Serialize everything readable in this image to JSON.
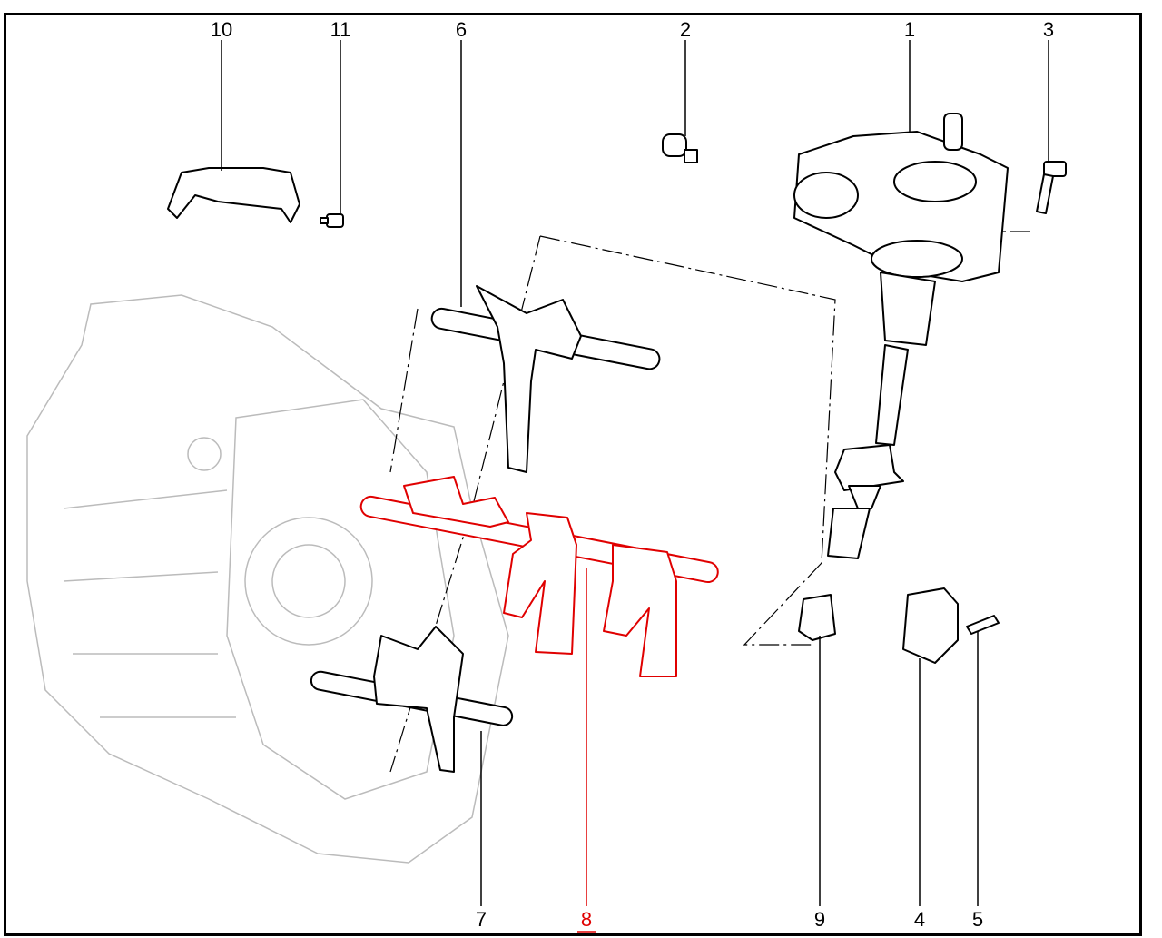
{
  "diagram": {
    "highlight_color": "#e00000",
    "callouts": [
      {
        "id": "1",
        "label": "1"
      },
      {
        "id": "2",
        "label": "2"
      },
      {
        "id": "3",
        "label": "3"
      },
      {
        "id": "4",
        "label": "4"
      },
      {
        "id": "5",
        "label": "5"
      },
      {
        "id": "6",
        "label": "6"
      },
      {
        "id": "7",
        "label": "7"
      },
      {
        "id": "8",
        "label": "8",
        "highlighted": true
      },
      {
        "id": "9",
        "label": "9"
      },
      {
        "id": "10",
        "label": "10"
      },
      {
        "id": "11",
        "label": "11"
      }
    ]
  }
}
